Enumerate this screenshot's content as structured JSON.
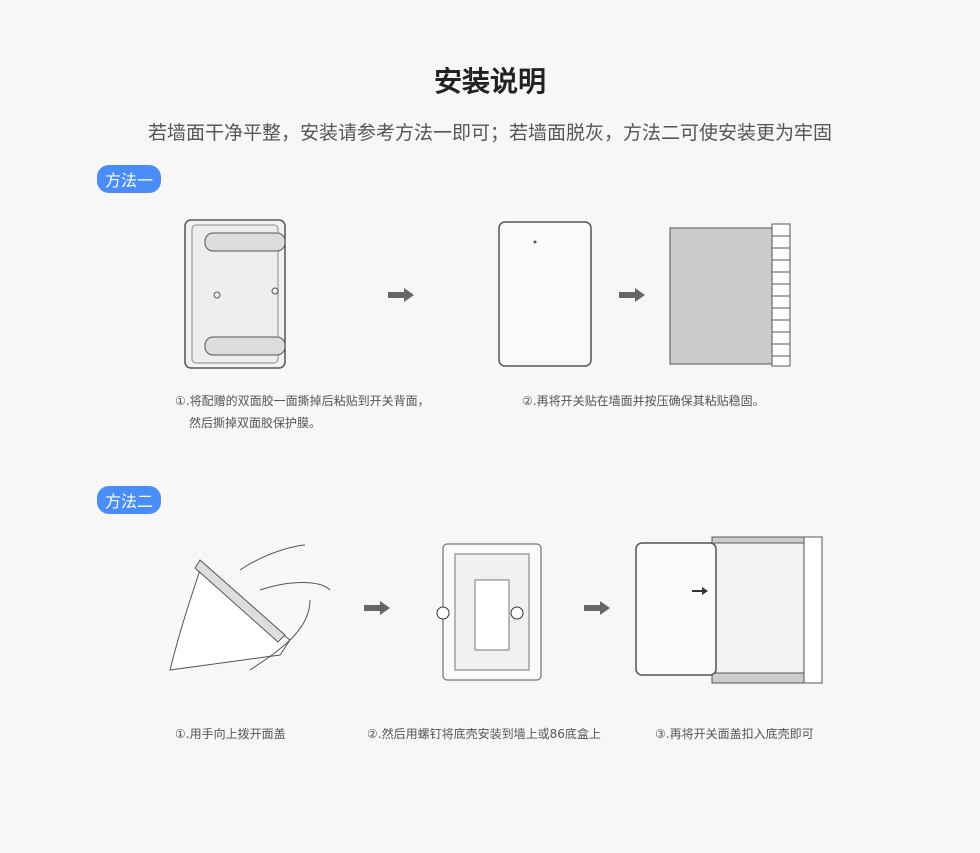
{
  "title": "安装说明",
  "subtitle": "若墙面干净平整，安装请参考方法一即可；若墙面脱灰，方法二可使安装更为牢固",
  "method1": {
    "label": "方法一",
    "step1_line1": "①.将配赠的双面胶一面撕掉后粘贴到开关背面，",
    "step1_line2": "然后撕掉双面胶保护膜。",
    "step2": "②.再将开关贴在墙面并按压确保其粘贴稳固。"
  },
  "method2": {
    "label": "方法二",
    "step1": "①.用手向上拨开面盖",
    "step2": "②.然后用螺钉将底壳安装到墙上或86底盒上",
    "step3": "③.再将开关面盖扣入底壳即可"
  },
  "colors": {
    "accent": "#4a8df8",
    "arrow": "#666666"
  }
}
